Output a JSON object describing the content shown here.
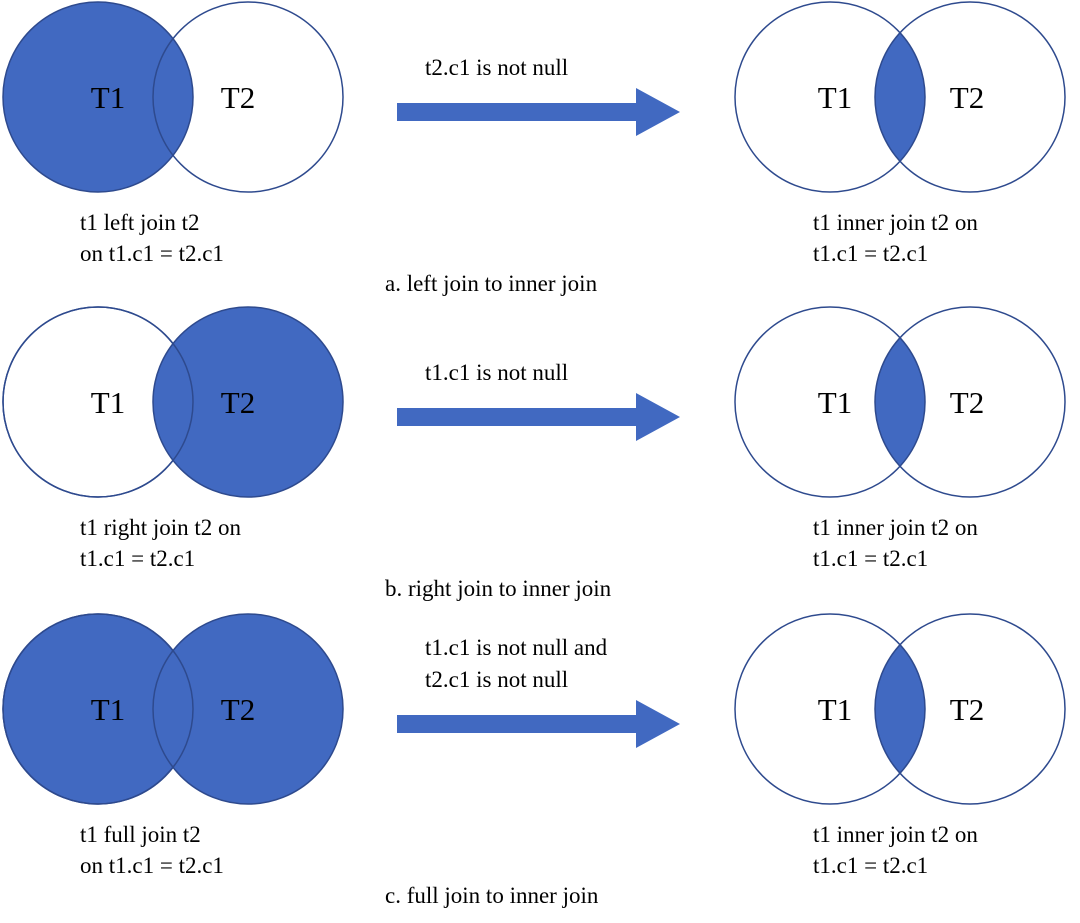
{
  "colors": {
    "fill": "#4169C1",
    "stroke": "#2E4A8E",
    "arrow": "#4169C1",
    "background": "#FFFFFF"
  },
  "panels": [
    {
      "id": "a",
      "title": "a. left join to inner join",
      "condition": [
        "t2.c1 is not null"
      ],
      "left": {
        "t1_label": "T1",
        "t2_label": "T2",
        "shaded": "t1",
        "caption": [
          "t1 left join t2",
          "on t1.c1 = t2.c1"
        ]
      },
      "right": {
        "t1_label": "T1",
        "t2_label": "T2",
        "shaded": "intersection",
        "caption": [
          "t1 inner join t2 on",
          "t1.c1 = t2.c1"
        ]
      }
    },
    {
      "id": "b",
      "title": "b. right join to inner join",
      "condition": [
        "t1.c1 is not null"
      ],
      "left": {
        "t1_label": "T1",
        "t2_label": "T2",
        "shaded": "t2",
        "caption": [
          "t1 right join t2 on",
          "t1.c1 = t2.c1"
        ]
      },
      "right": {
        "t1_label": "T1",
        "t2_label": "T2",
        "shaded": "intersection",
        "caption": [
          "t1 inner join t2 on",
          "t1.c1 = t2.c1"
        ]
      }
    },
    {
      "id": "c",
      "title": "c. full join to inner join",
      "condition": [
        "t1.c1 is not null and",
        "t2.c1 is not null"
      ],
      "left": {
        "t1_label": "T1",
        "t2_label": "T2",
        "shaded": "both",
        "caption": [
          "t1 full join t2",
          "on t1.c1 = t2.c1"
        ]
      },
      "right": {
        "t1_label": "T1",
        "t2_label": "T2",
        "shaded": "intersection",
        "caption": [
          "t1 inner join t2 on",
          "t1.c1 = t2.c1"
        ]
      }
    }
  ]
}
